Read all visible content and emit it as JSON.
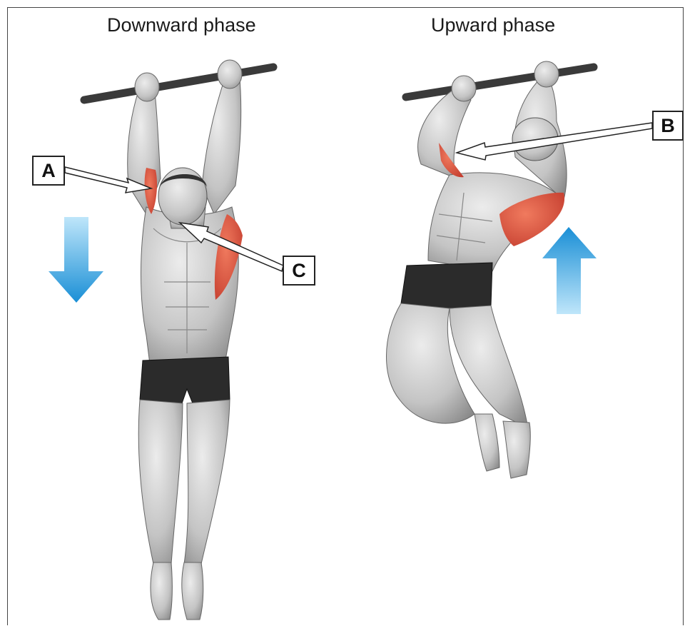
{
  "titles": {
    "downward": "Downward phase",
    "upward": "Upward phase"
  },
  "callouts": {
    "a": "A",
    "b": "B",
    "c": "C"
  },
  "colors": {
    "highlight_muscle": "#d9483a",
    "arrow_blue": "#1a8fd6",
    "shorts": "#2b2b2b",
    "skin": "#c9c9c9"
  },
  "icons": {
    "down_arrow": "blue-down-arrow-icon",
    "up_arrow": "blue-up-arrow-icon"
  }
}
